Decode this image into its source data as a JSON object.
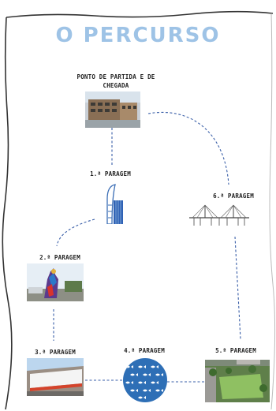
{
  "title": "O PERCURSO",
  "start": {
    "label": "PONTO DE PARTIDA E DE CHEGADA",
    "icon": "school-building-photo"
  },
  "stops": [
    {
      "label": "1.ª PARAGEM",
      "icon": "hotel-tower-icon"
    },
    {
      "label": "2.ª PARAGEM",
      "icon": "sculpture-photo"
    },
    {
      "label": "3.ª PARAGEM",
      "icon": "pavilion-photo"
    },
    {
      "label": "4.ª PARAGEM",
      "icon": "fish-pattern-icon"
    },
    {
      "label": "5.ª PARAGEM",
      "icon": "garden-aerial-photo"
    },
    {
      "label": "6.ª PARAGEM",
      "icon": "bridge-icon"
    }
  ],
  "colors": {
    "title": "#9ec3e6",
    "connector": "#3a5fa8",
    "frame": "#333333"
  }
}
